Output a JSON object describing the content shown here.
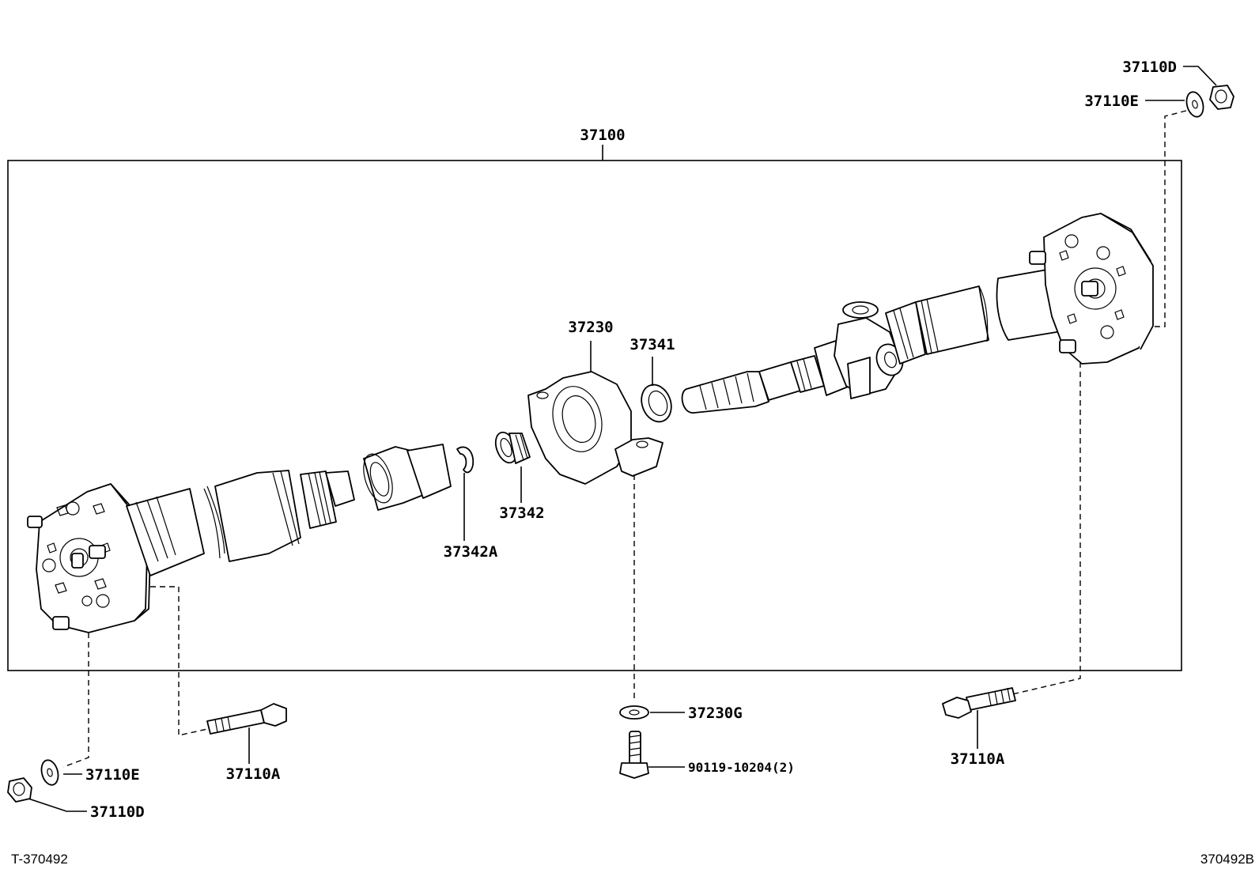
{
  "diagram": {
    "assembly_label": "37100",
    "callouts": {
      "nut_top": "37110D",
      "washer_top": "37110E",
      "center_bearing": "37230",
      "dust_seal": "37341",
      "snap_ring": "37342A",
      "seal_ring": "37342",
      "washer_center": "37230G",
      "bolt_center": "90119-10204(2)",
      "bolt_right": "37110A",
      "bolt_left": "37110A",
      "washer_left": "37110E",
      "nut_left": "37110D"
    },
    "footer": {
      "left_code": "T-370492",
      "right_code": "370492B"
    }
  }
}
